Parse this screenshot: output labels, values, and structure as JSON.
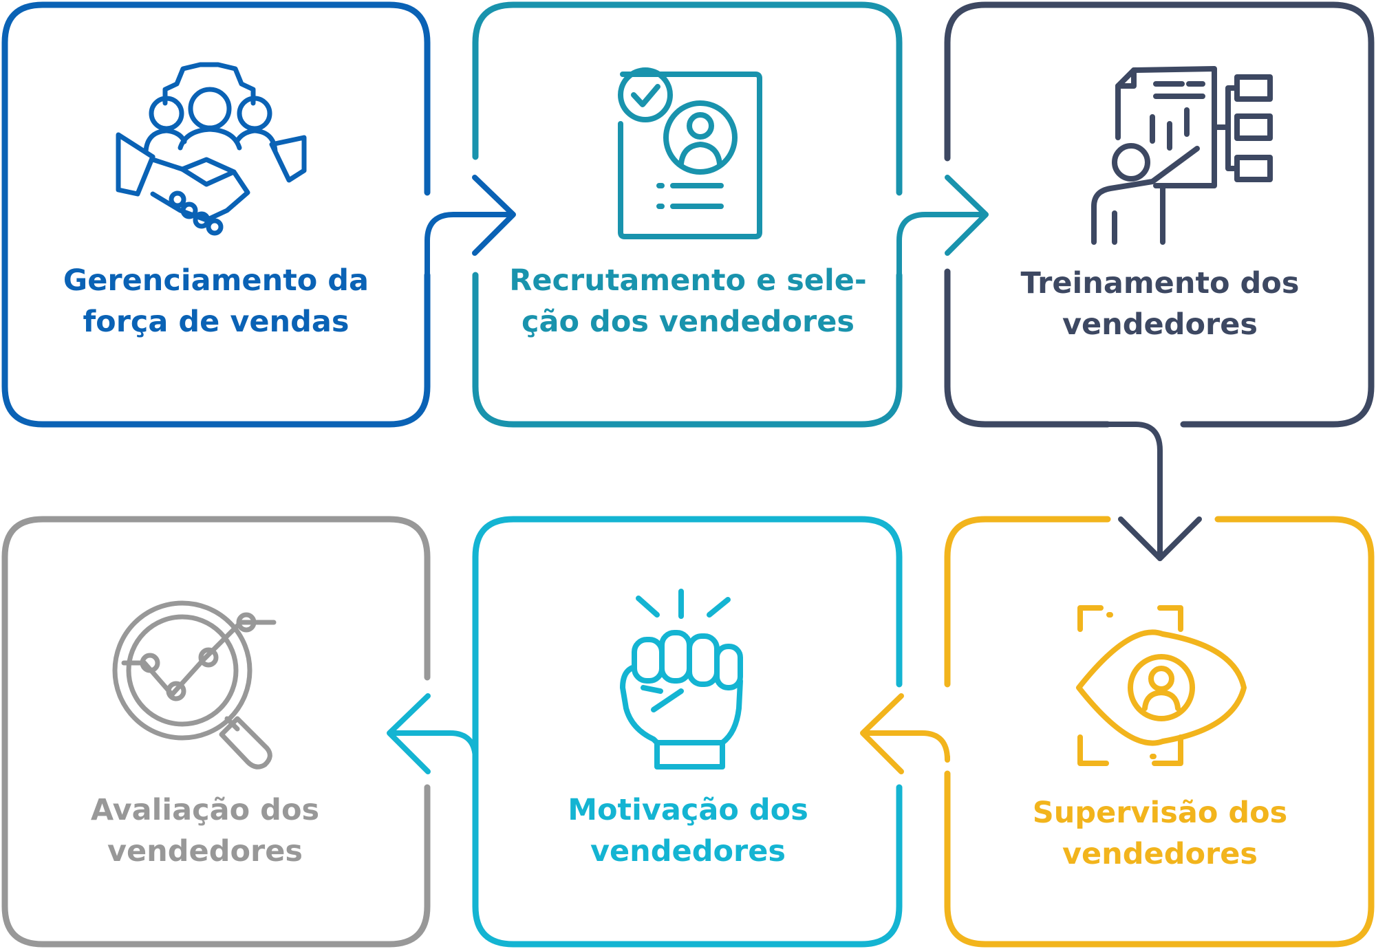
{
  "steps": [
    {
      "id": "gerenciamento",
      "line1": "Gerenciamento da",
      "line2": "força de vendas",
      "icon": "handshake-team-gear-icon",
      "color": "#0A62B5"
    },
    {
      "id": "recrutamento",
      "line1": "Recrutamento e sele-",
      "line2": "ção dos vendedores",
      "icon": "resume-checkmark-icon",
      "color": "#1993AD"
    },
    {
      "id": "treinamento",
      "line1": "Treinamento dos",
      "line2": "vendedores",
      "icon": "presentation-trainer-icon",
      "color": "#3D4862"
    },
    {
      "id": "supervisao",
      "line1": "Supervisão dos",
      "line2": "vendedores",
      "icon": "eye-person-icon",
      "color": "#F2B41C"
    },
    {
      "id": "motivacao",
      "line1": "Motivação dos",
      "line2": "vendedores",
      "icon": "raised-fist-icon",
      "color": "#14B4D2"
    },
    {
      "id": "avaliacao",
      "line1": "Avaliação dos",
      "line2": "vendedores",
      "icon": "magnifier-chart-icon",
      "color": "#989898"
    }
  ]
}
